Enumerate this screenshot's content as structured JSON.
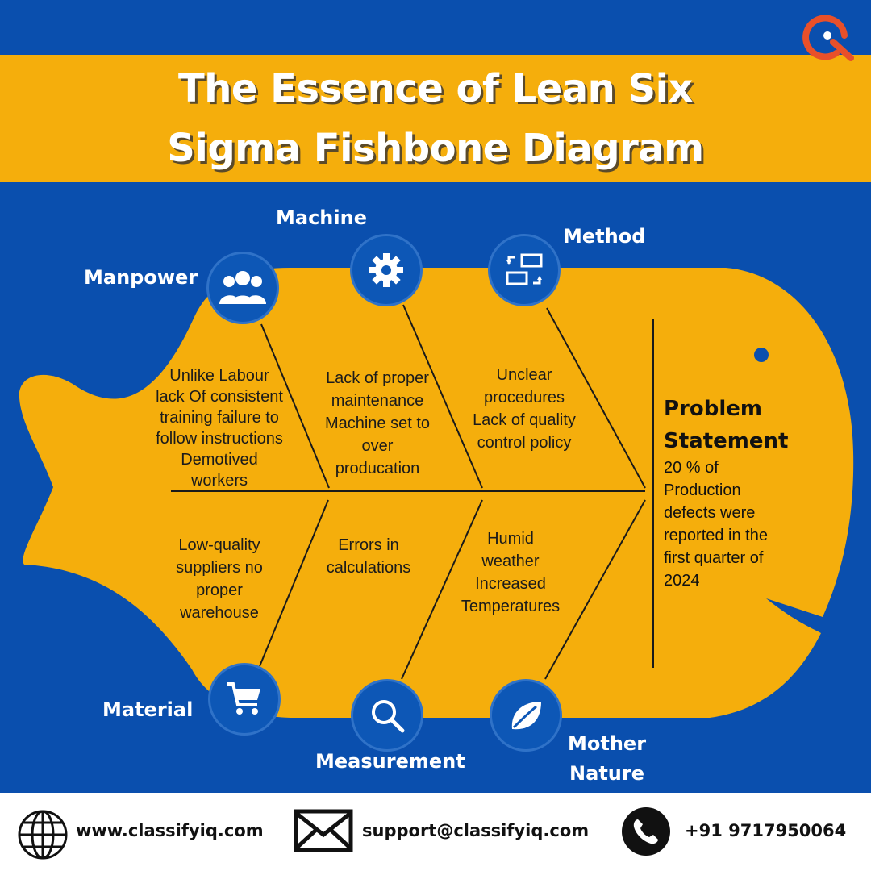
{
  "header": {
    "title_line1": "The Essence of Lean Six",
    "title_line2": "Sigma Fishbone Diagram"
  },
  "logo": {
    "icon": "classifyiq-logo-icon"
  },
  "categories": [
    {
      "label": "Manpower",
      "icon": "people-icon",
      "cause": "Unlike Labour\nlack Of consistent\ntraining failure to\nfollow instructions\nDemotived\nworkers"
    },
    {
      "label": "Machine",
      "icon": "gear-icon",
      "cause": "Lack of proper\nmaintenance\nMachine set to\nover\nproducation"
    },
    {
      "label": "Method",
      "icon": "process-icon",
      "cause": "Unclear\nprocedures\nLack of quality\ncontrol policy"
    },
    {
      "label": "Material",
      "icon": "cart-icon",
      "cause": "Low-quality\nsuppliers no\nproper\nwarehouse"
    },
    {
      "label": "Measurement",
      "icon": "magnifier-icon",
      "cause": "Errors in\ncalculations"
    },
    {
      "label": "Mother\nNature",
      "icon": "leaf-icon",
      "cause": "Humid\nweather\nIncreased\nTemperatures"
    }
  ],
  "problem": {
    "title": "Problem\nStatement",
    "text": "20 % of\nProduction\ndefects were\nreported in the\nfirst quarter of\n2024"
  },
  "footer": {
    "website": "www.classifyiq.com",
    "email": "support@classifyiq.com",
    "phone": "+91 9717950064"
  },
  "colors": {
    "background": "#0a4fae",
    "fish": "#f5ae0c",
    "icon_circle": "#0d57b6",
    "logo": "#e8502a"
  }
}
